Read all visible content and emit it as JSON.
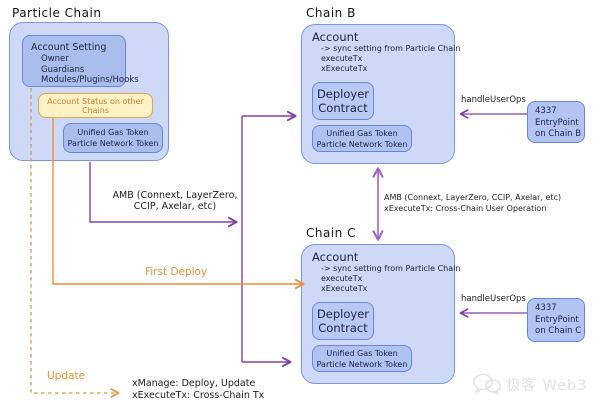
{
  "colors": {
    "container_fill": "#cdd9f6",
    "container_border": "#7b96dd",
    "inner_box_fill": "#aabeee",
    "inner_box_border": "#6b85d8",
    "deployer_fill": "#bac9f3",
    "status_fill": "#fdf2c6",
    "status_border": "#d8a94e",
    "status_text": "#c87d2e",
    "purple_arrow": "#8142a8",
    "purple_arrow_light": "#a05fc4",
    "orange_arrow": "#e2933f",
    "dark_text": "#1e1e1e",
    "watermark_text": "#e2e2e2"
  },
  "particle_chain": {
    "title": "Particle Chain",
    "account_setting": {
      "title": "Account Setting",
      "items": [
        "Owner",
        "Guardians",
        "Modules/Plugins/Hooks"
      ]
    },
    "account_status": "Account Status on other Chains",
    "tokens": [
      "Unified Gas Token",
      "Particle Network Token"
    ]
  },
  "chain_b": {
    "title": "Chain B",
    "account": {
      "title": "Account",
      "lines": [
        "-> sync setting from Particle Chain",
        "executeTx",
        "xExecuteTx"
      ]
    },
    "deployer": [
      "Deployer",
      "Contract"
    ],
    "tokens": [
      "Unified Gas Token",
      "Particle Network Token"
    ]
  },
  "chain_c": {
    "title": "Chain C",
    "account": {
      "title": "Account",
      "lines": [
        "-> sync setting from Particle Chain",
        "executeTx",
        "xExecuteTx"
      ]
    },
    "deployer": [
      "Deployer",
      "Contract"
    ],
    "tokens": [
      "Unified Gas Token",
      "Particle Network Token"
    ]
  },
  "entrypoint_b": {
    "lines": [
      "4337",
      "EntryPoint",
      "on Chain B"
    ]
  },
  "entrypoint_c": {
    "lines": [
      "4337",
      "EntryPoint",
      "on Chain C"
    ]
  },
  "labels": {
    "amb_left_line1": "AMB (Connext, LayerZero,",
    "amb_left_line2": "CCIP, Axelar, etc)",
    "amb_right_line1": "AMB (Connext, LayerZero, CCIP, Axelar, etc)",
    "amb_right_line2": "xExecuteTx: Cross-Chain User Operation",
    "first_deploy": "First Deploy",
    "update": "Update",
    "handle_user_ops_b": "handleUserOps",
    "handle_user_ops_c": "handleUserOps",
    "xmanage_line1": "xManage: Deploy, Update",
    "xmanage_line2": "xExecuteTx: Cross-Chain Tx"
  },
  "watermark": {
    "text": "极客 Web3"
  }
}
